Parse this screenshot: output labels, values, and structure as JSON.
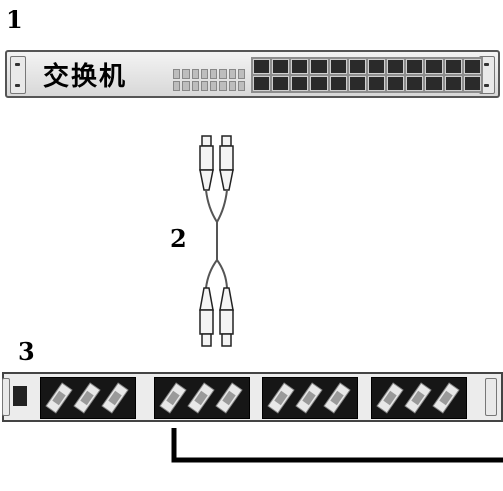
{
  "labels": {
    "one": "1",
    "two": "2",
    "three": "3"
  },
  "switch": {
    "label": "交换机"
  },
  "colors": {
    "line": "#000000",
    "chassis": "#d8d8d8",
    "port": "#2a2a2a"
  },
  "icons": {
    "connector": "fiber-connector-icon"
  }
}
